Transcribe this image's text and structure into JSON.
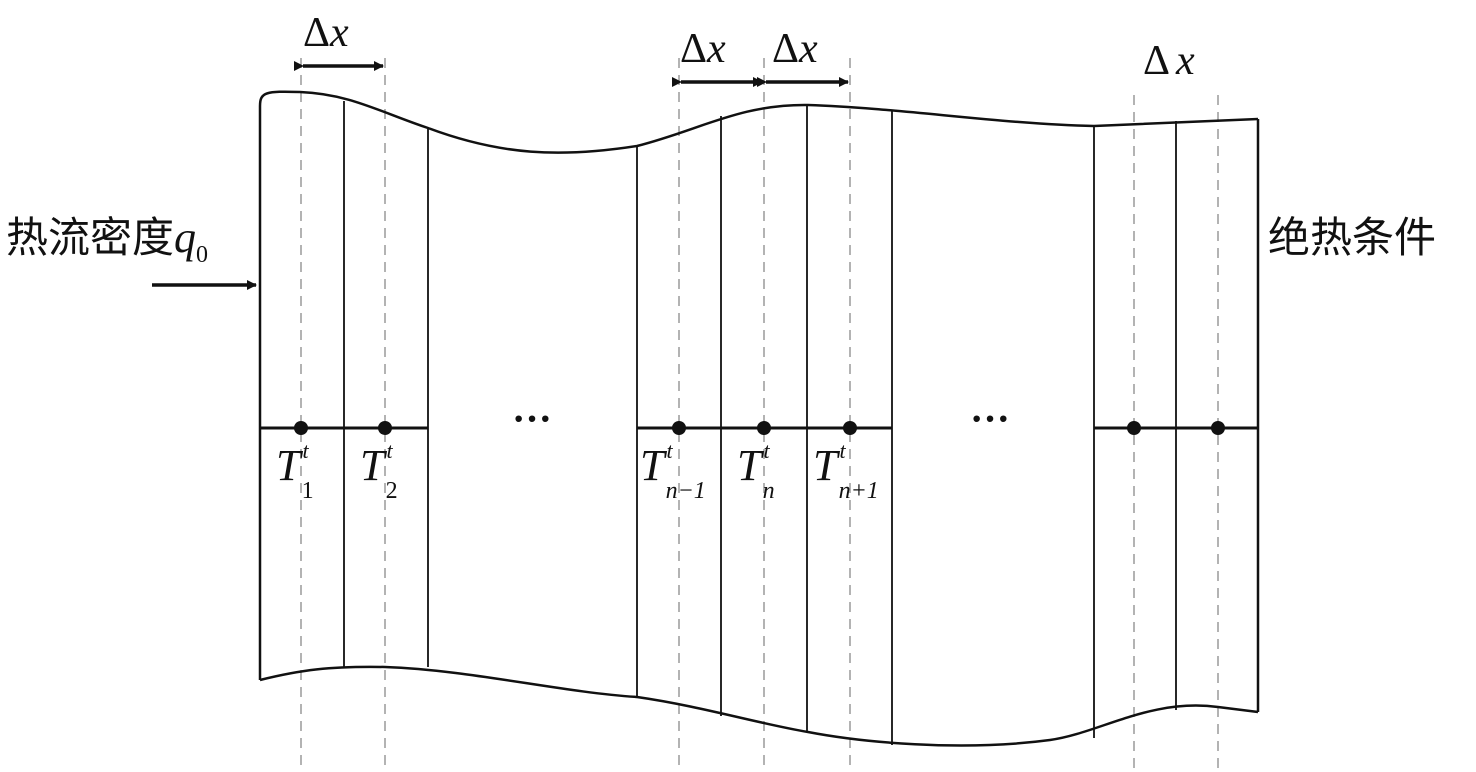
{
  "heat_flux_label": {
    "text": "热流密度",
    "symbol": "q",
    "subscript": "0"
  },
  "boundary_label": "绝热条件",
  "spacing": {
    "delta": "Δ",
    "var": "x"
  },
  "ellipsis": "···",
  "nodes": [
    {
      "base": "T",
      "sup": "t",
      "sub": "1"
    },
    {
      "base": "T",
      "sup": "t",
      "sub": "2"
    },
    {
      "base": "T",
      "sup": "t",
      "sub": "n−1"
    },
    {
      "base": "T",
      "sup": "t",
      "sub": "n"
    },
    {
      "base": "T",
      "sup": "t",
      "sub": "n+1"
    }
  ],
  "colors": {
    "line": "#111111",
    "dashed": "#9a9a9a",
    "text": "#111111"
  }
}
